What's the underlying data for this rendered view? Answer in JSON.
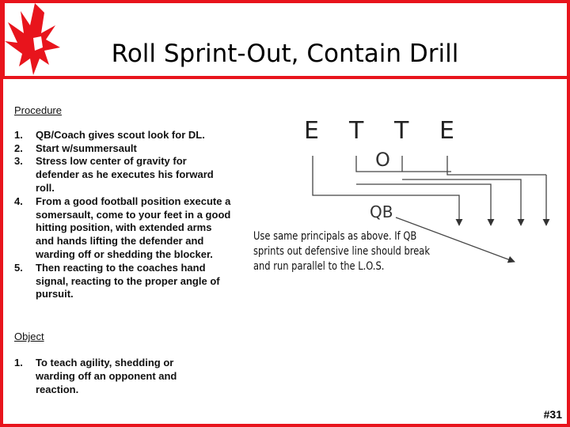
{
  "slide": {
    "title": "Roll Sprint-Out, Contain Drill",
    "page_number": "#31",
    "accent_color": "#e8141c"
  },
  "procedure": {
    "heading": "Procedure",
    "items": [
      {
        "num": "1.",
        "text": "QB/Coach gives scout look for DL."
      },
      {
        "num": "2.",
        "text": "Start w/summersault"
      },
      {
        "num": "3.",
        "text": "Stress low center of gravity for defender as he executes his forward roll."
      },
      {
        "num": "4.",
        "text": "From a good football position execute a somersault, come to your feet in a good hitting position, with extended arms and hands lifting the defender and warding off or shedding the blocker."
      },
      {
        "num": "5.",
        "text": "Then reacting to the coaches hand signal, reacting to the proper angle of pursuit."
      }
    ]
  },
  "object": {
    "heading": "Object",
    "items": [
      {
        "num": "1.",
        "text": "To teach agility, shedding or warding off an opponent and reaction."
      }
    ]
  },
  "diagram": {
    "labels": [
      "E",
      "T",
      "T",
      "E"
    ],
    "center_label": "O",
    "qb_label": "QB",
    "note_lines": [
      "Use same principals as above.  If QB",
      "sprints out defensive line should break",
      "and run parallel to the L.O.S."
    ]
  }
}
